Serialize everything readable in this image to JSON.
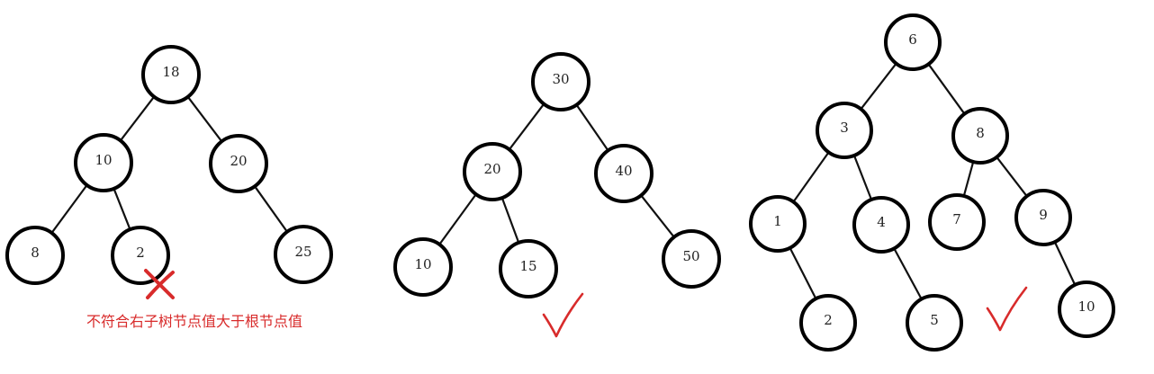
{
  "colors": {
    "node_stroke": "#000000",
    "edge": "#111111",
    "label": "#222222",
    "mark": "#d82b2b"
  },
  "trees": [
    {
      "id": "tree-1",
      "verdict": "invalid",
      "verdict_icon": "cross-mark-icon",
      "note": "不符合右子树节点值大于根节点值",
      "nodes": [
        "18",
        "10",
        "20",
        "8",
        "2",
        "25"
      ],
      "edges": [
        [
          "18",
          "10"
        ],
        [
          "18",
          "20"
        ],
        [
          "10",
          "8"
        ],
        [
          "10",
          "2"
        ],
        [
          "20",
          "25"
        ]
      ]
    },
    {
      "id": "tree-2",
      "verdict": "valid",
      "verdict_icon": "check-mark-icon",
      "nodes": [
        "30",
        "20",
        "40",
        "10",
        "15",
        "50"
      ],
      "edges": [
        [
          "30",
          "20"
        ],
        [
          "30",
          "40"
        ],
        [
          "20",
          "10"
        ],
        [
          "20",
          "15"
        ],
        [
          "40",
          "50"
        ]
      ]
    },
    {
      "id": "tree-3",
      "verdict": "valid",
      "verdict_icon": "check-mark-icon",
      "nodes": [
        "6",
        "3",
        "8",
        "1",
        "4",
        "7",
        "9",
        "2",
        "5",
        "10"
      ],
      "edges": [
        [
          "6",
          "3"
        ],
        [
          "6",
          "8"
        ],
        [
          "3",
          "1"
        ],
        [
          "3",
          "4"
        ],
        [
          "8",
          "7"
        ],
        [
          "8",
          "9"
        ],
        [
          "1",
          "2"
        ],
        [
          "4",
          "5"
        ],
        [
          "9",
          "10"
        ]
      ]
    }
  ]
}
